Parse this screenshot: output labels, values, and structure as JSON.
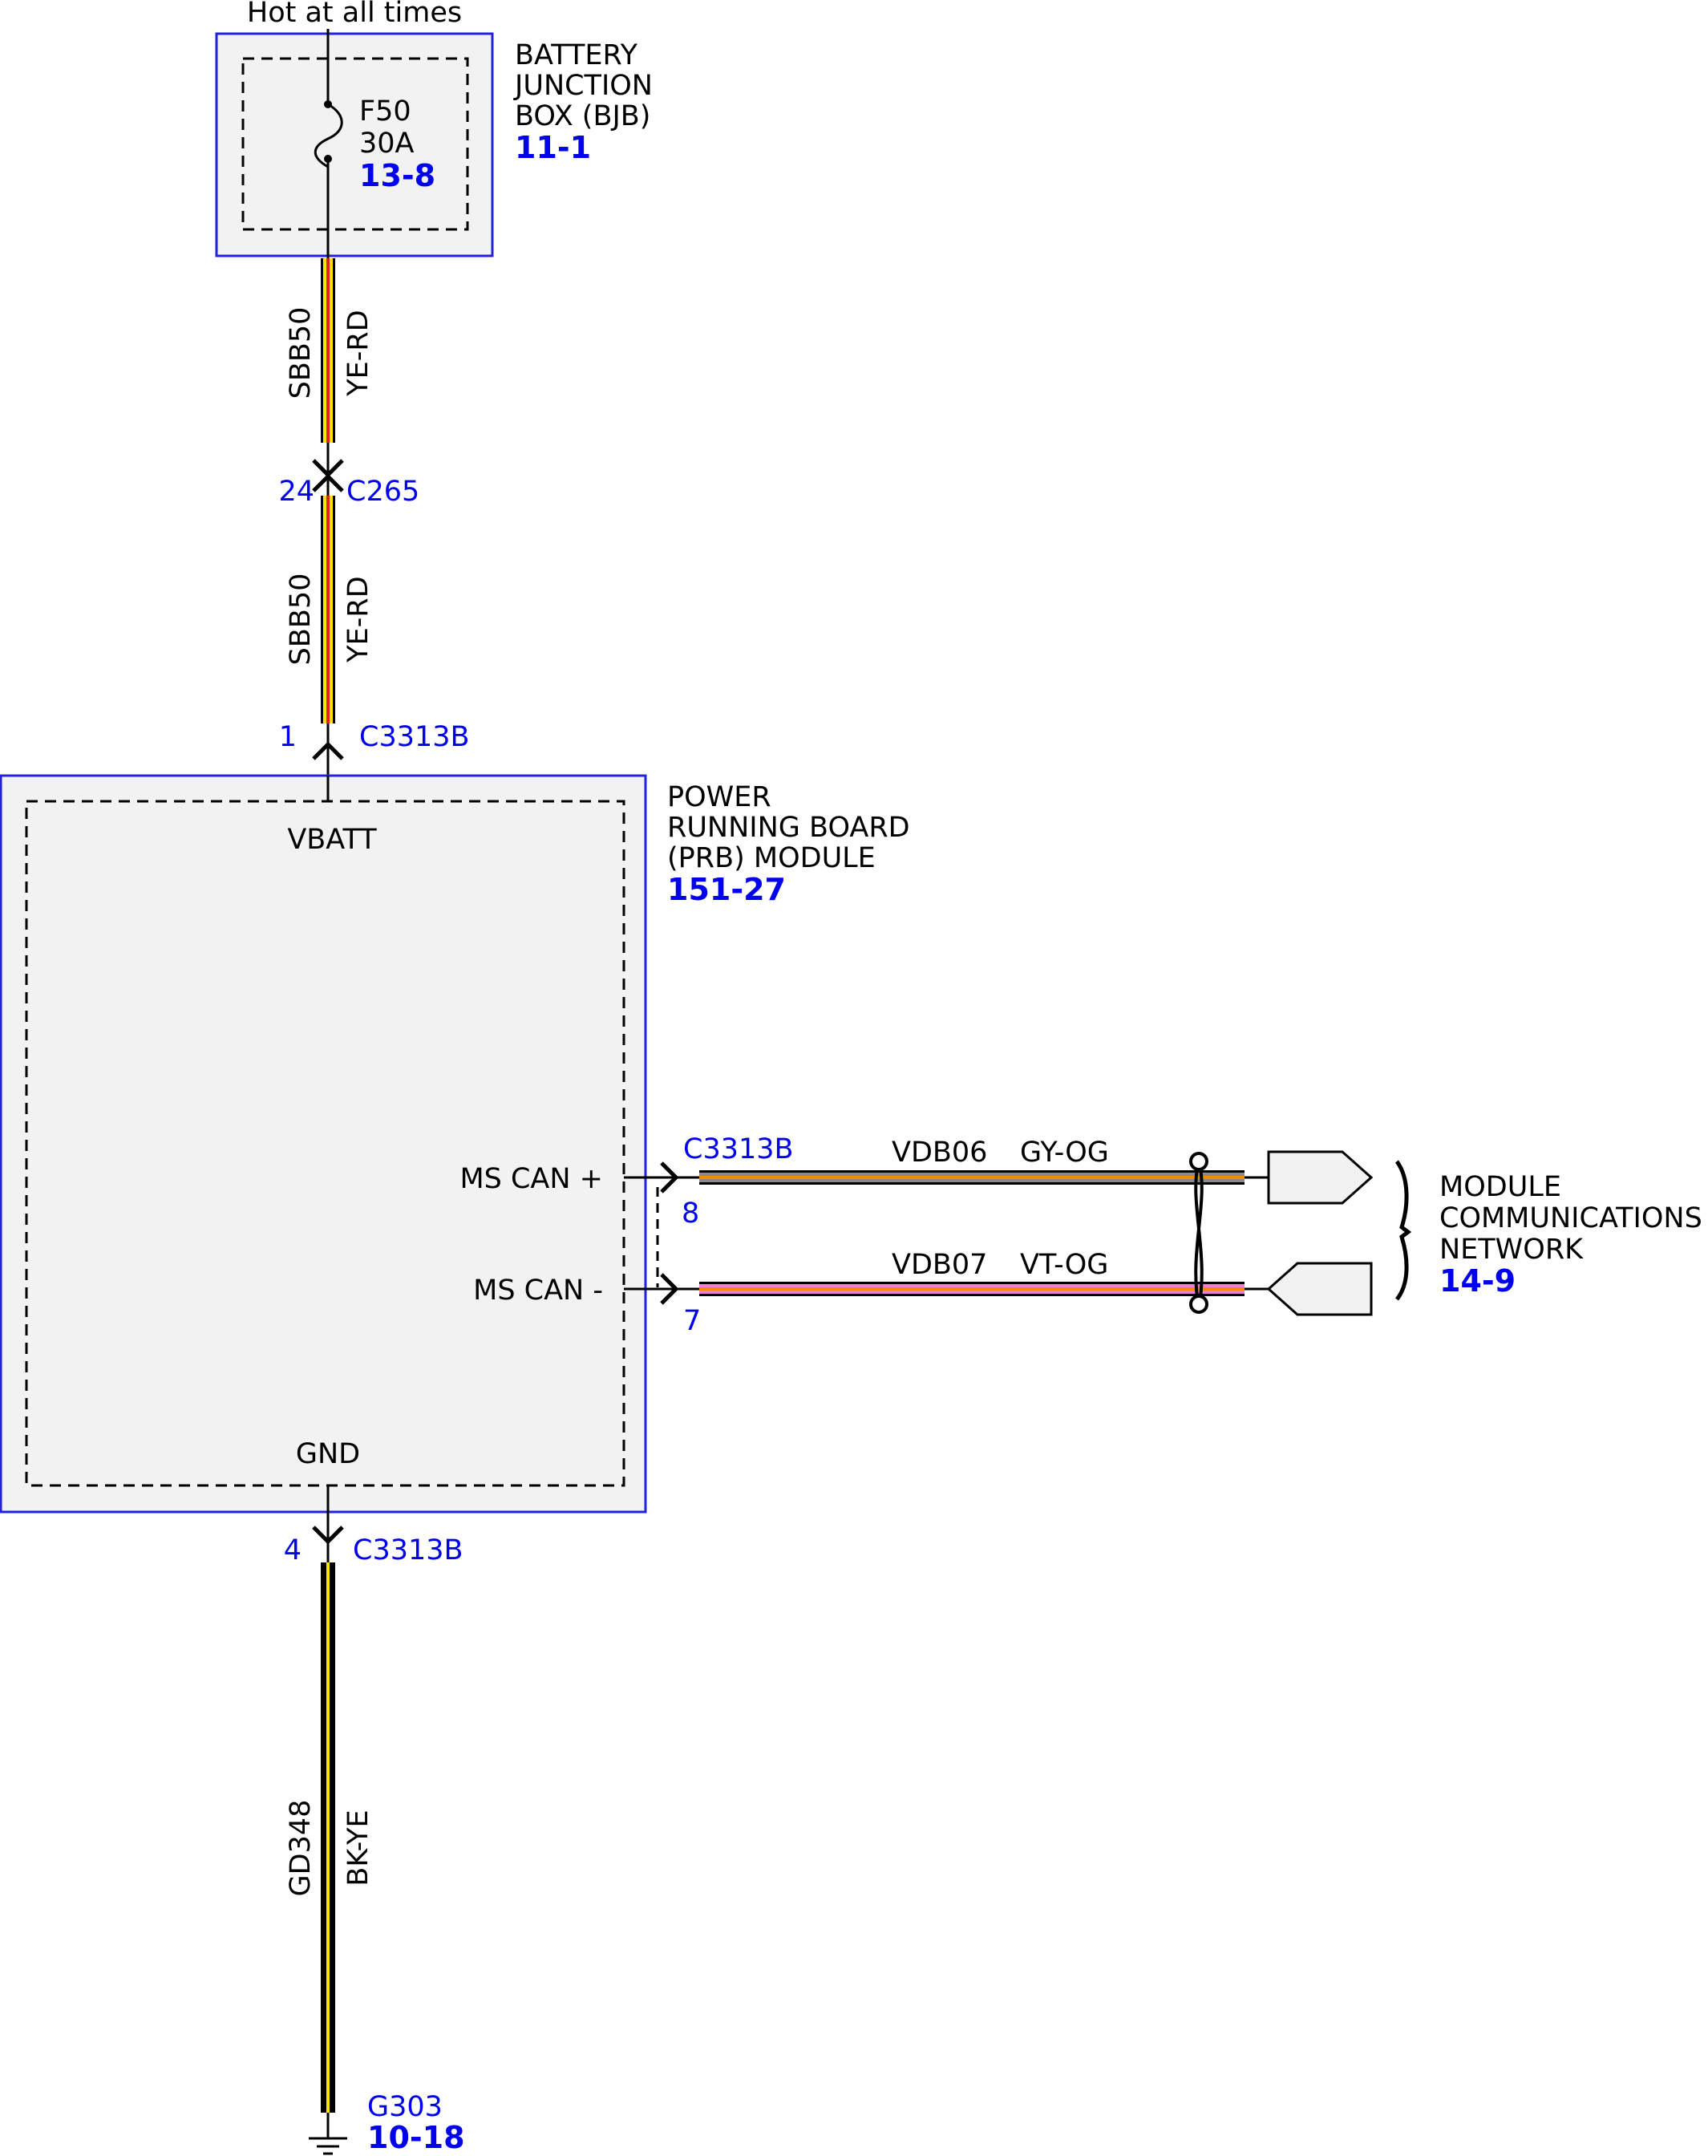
{
  "top_note": "Hot at all times",
  "bjb": {
    "name_lines": [
      "BATTERY",
      "JUNCTION",
      "BOX (BJB)"
    ],
    "ref": "11-1",
    "fuse": {
      "id": "F50",
      "rating": "30A",
      "ref": "13-8"
    }
  },
  "wires": {
    "power_upper": {
      "circuit": "SBB50",
      "color_code": "YE-RD"
    },
    "power_lower": {
      "circuit": "SBB50",
      "color_code": "YE-RD"
    },
    "can_plus": {
      "circuit": "VDB06",
      "color_code": "GY-OG"
    },
    "can_minus": {
      "circuit": "VDB07",
      "color_code": "VT-OG"
    },
    "ground": {
      "circuit": "GD348",
      "color_code": "BK-YE"
    }
  },
  "connectors": {
    "c265": {
      "pin": "24",
      "name": "C265"
    },
    "vbatt": {
      "pin": "1",
      "name": "C3313B"
    },
    "can_plus": {
      "pin": "8",
      "name": "C3313B"
    },
    "can_minus": {
      "pin": "7",
      "name": "C3313B"
    },
    "gnd": {
      "pin": "4",
      "name": "C3313B"
    }
  },
  "prb_module": {
    "name_lines": [
      "POWER",
      "RUNNING BOARD",
      "(PRB) MODULE"
    ],
    "ref": "151-27",
    "pins": {
      "vbatt": "VBATT",
      "can_plus": "MS CAN +",
      "can_minus": "MS CAN -",
      "gnd": "GND"
    }
  },
  "network": {
    "name_lines": [
      "MODULE",
      "COMMUNICATIONS",
      "NETWORK"
    ],
    "ref": "14-9"
  },
  "ground_point": {
    "name": "G303",
    "ref": "10-18"
  },
  "colors": {
    "box_border": "#2222dd",
    "box_fill": "#f2f2f2",
    "ref_text": "#0000ee",
    "wire_yellow": "#ffe600",
    "wire_red": "#e0201a",
    "wire_gray": "#8a8a8a",
    "wire_orange": "#f08c00",
    "wire_violet": "#ef7fd5",
    "wire_black": "#000000"
  }
}
